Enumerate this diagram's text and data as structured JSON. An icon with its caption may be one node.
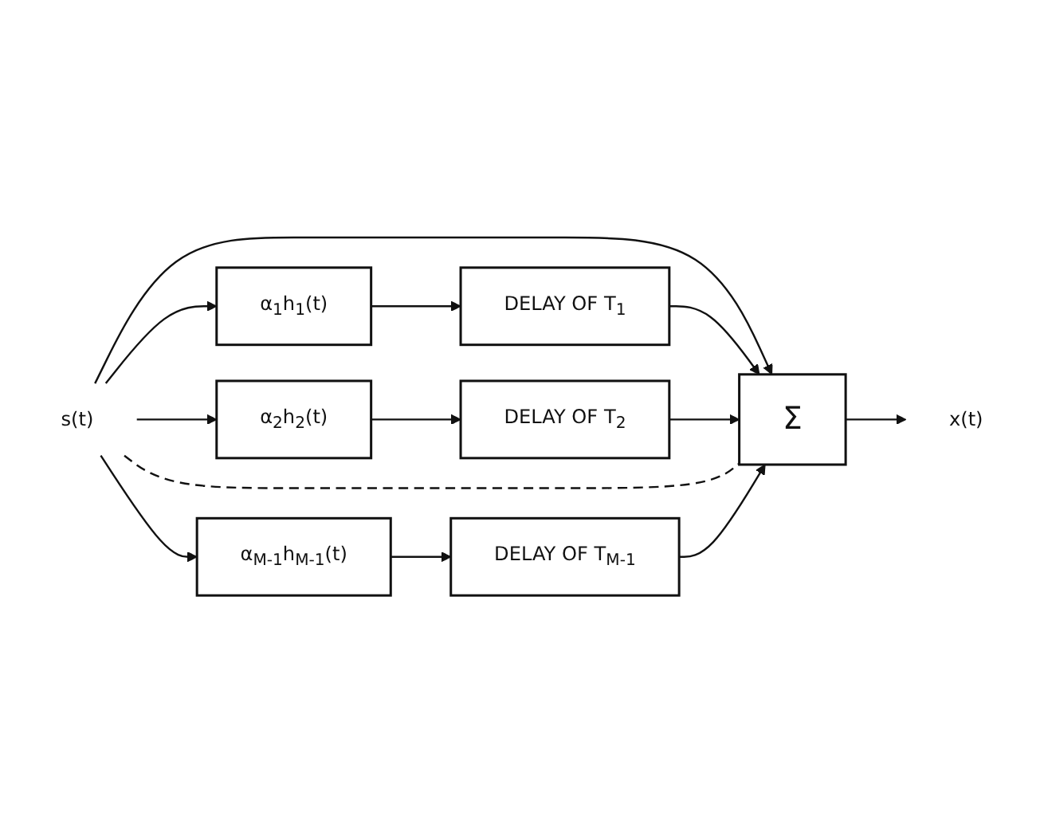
{
  "diagram": {
    "nodes": [
      {
        "text": [
          "s(t)"
        ]
      },
      {
        "text": [
          "α$_{1}$h$_{1}$(t)"
        ]
      },
      {
        "text": [
          "DELAY OF T$_{1}$"
        ]
      },
      {
        "text": [
          "α$_{2}$h$_{2}$(t)"
        ]
      },
      {
        "text": [
          "DELAY OF T$_{2}$"
        ]
      },
      {
        "text": [
          "α$_{M-1}$h$_{M-1}$(t)"
        ]
      },
      {
        "text": [
          "DELAY OF T$_{M-1}$"
        ]
      },
      {
        "text": [
          "Σ"
        ]
      },
      {
        "text": [
          "x(t)"
        ]
      }
    ],
    "edges": [
      {
        "from": 0,
        "to": 7,
        "arrow": "to"
      },
      {
        "from": 0,
        "to": 1,
        "arrow": "to"
      },
      {
        "from": 1,
        "to": 2,
        "arrow": "to"
      },
      {
        "from": 2,
        "to": 7,
        "arrow": "to"
      },
      {
        "from": 0,
        "to": 3,
        "arrow": "to"
      },
      {
        "from": 3,
        "to": 4,
        "arrow": "to"
      },
      {
        "from": 4,
        "to": 7,
        "arrow": "to"
      },
      {
        "from": 0,
        "to": 7,
        "arrow": "none",
        "style": "dashed"
      },
      {
        "from": 0,
        "to": 5,
        "arrow": "to"
      },
      {
        "from": 5,
        "to": 6,
        "arrow": "to"
      },
      {
        "from": 6,
        "to": 7,
        "arrow": "to"
      },
      {
        "from": 7,
        "to": 8,
        "arrow": "to"
      }
    ]
  }
}
